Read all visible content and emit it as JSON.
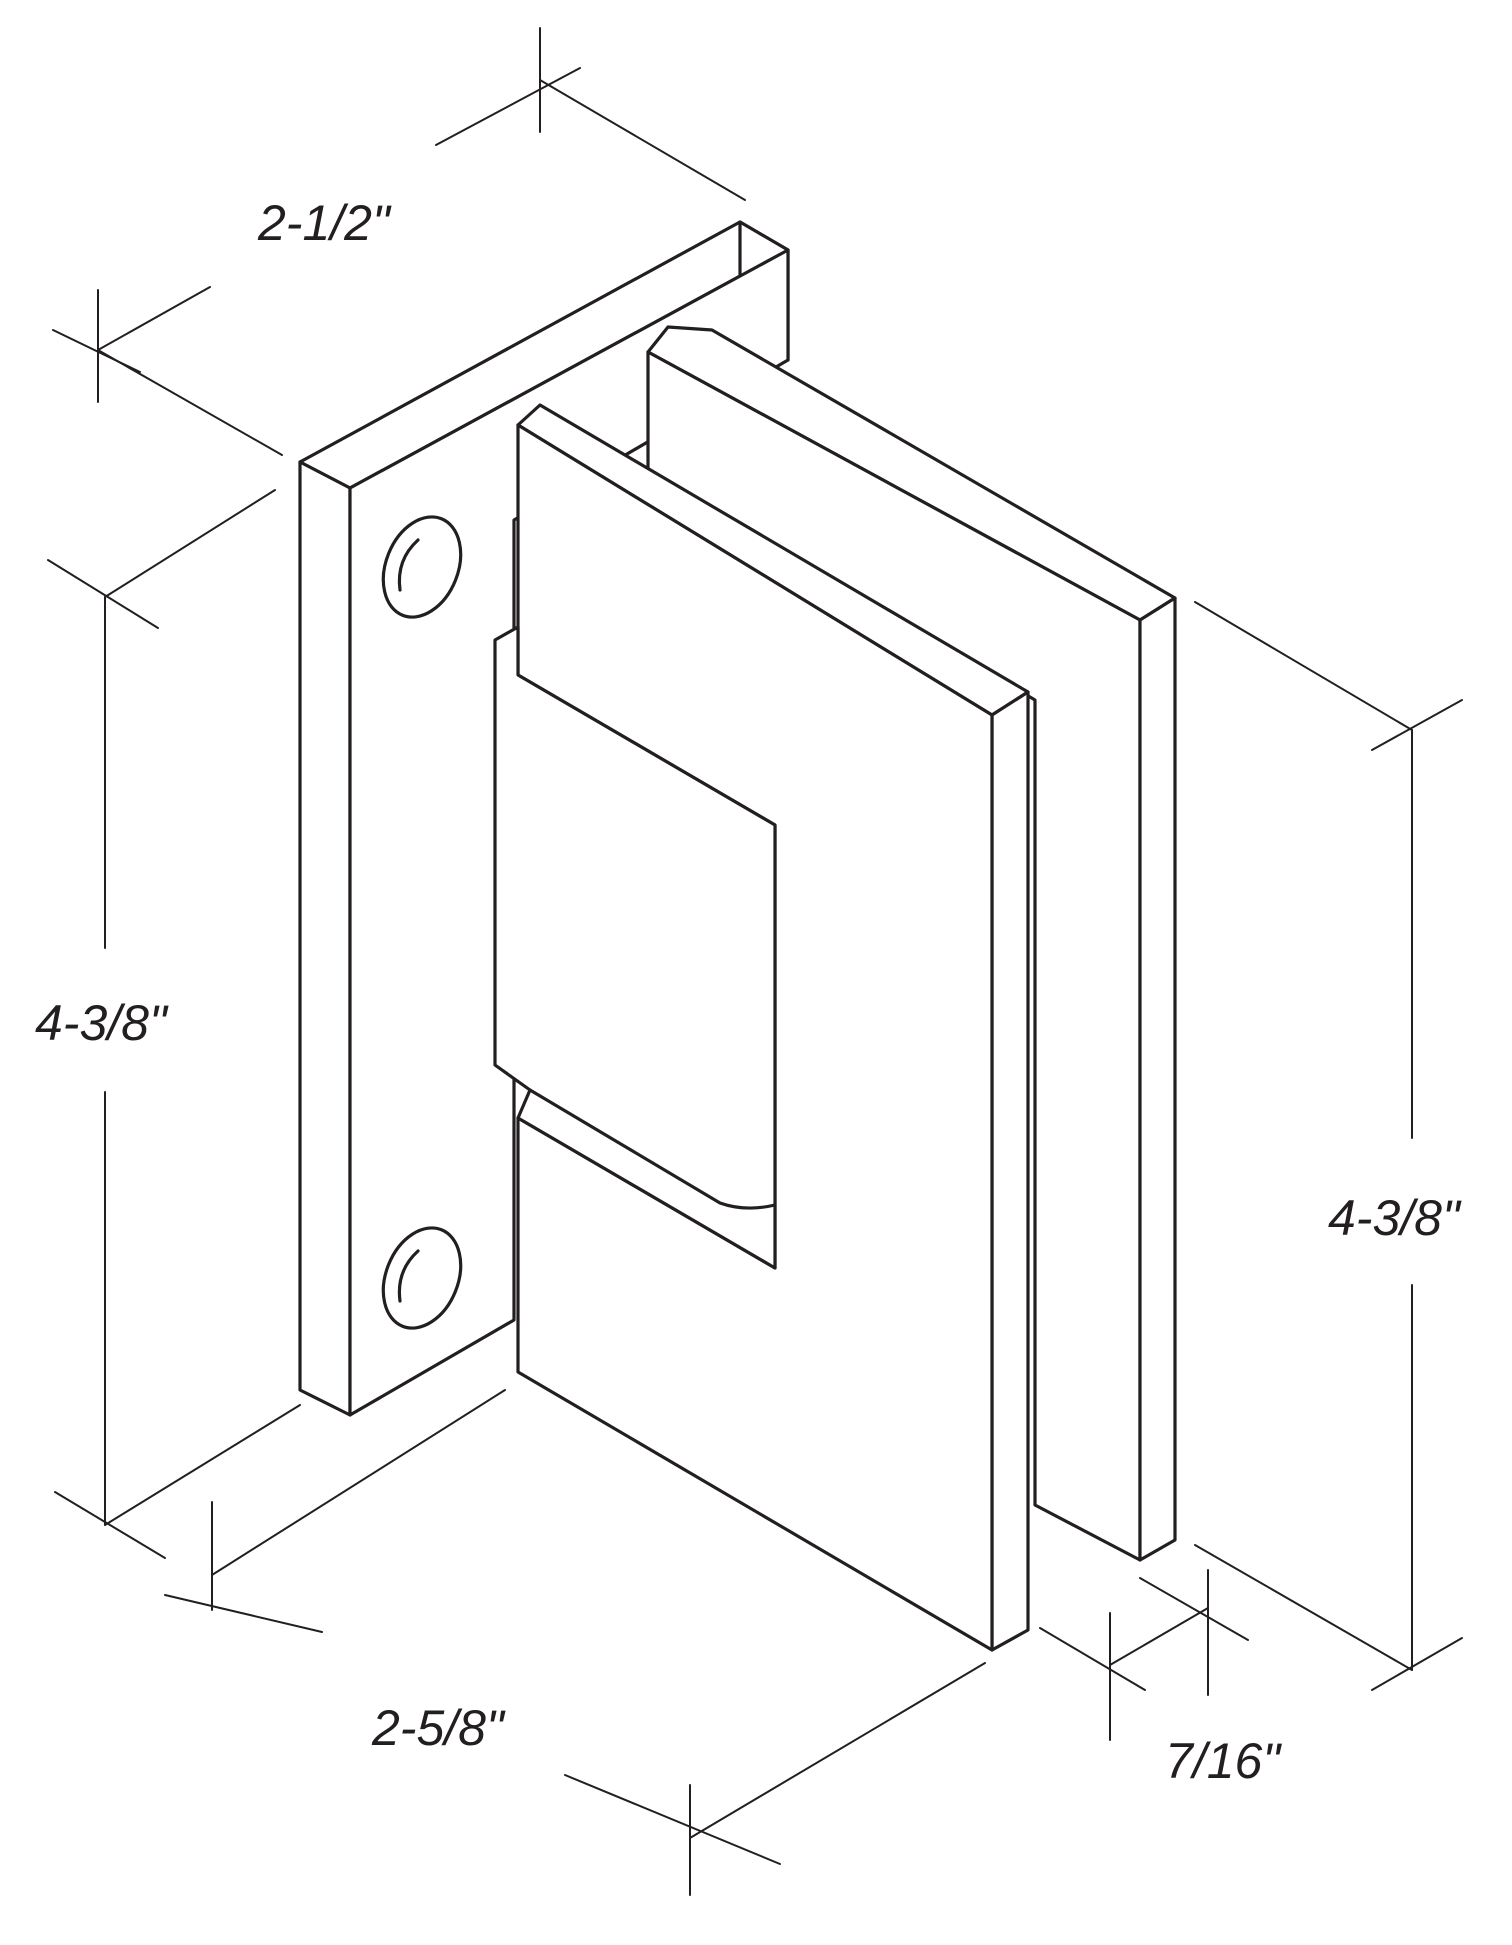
{
  "diagram": {
    "dimensions": {
      "plate_width": "2-1/2\"",
      "plate_height": "4-3/8\"",
      "overall_width": "2-5/8\"",
      "glass_clamp_height": "4-3/8\"",
      "glass_thickness": "7/16\""
    },
    "colors": {
      "line": "#231f20",
      "background": "#ffffff"
    }
  }
}
